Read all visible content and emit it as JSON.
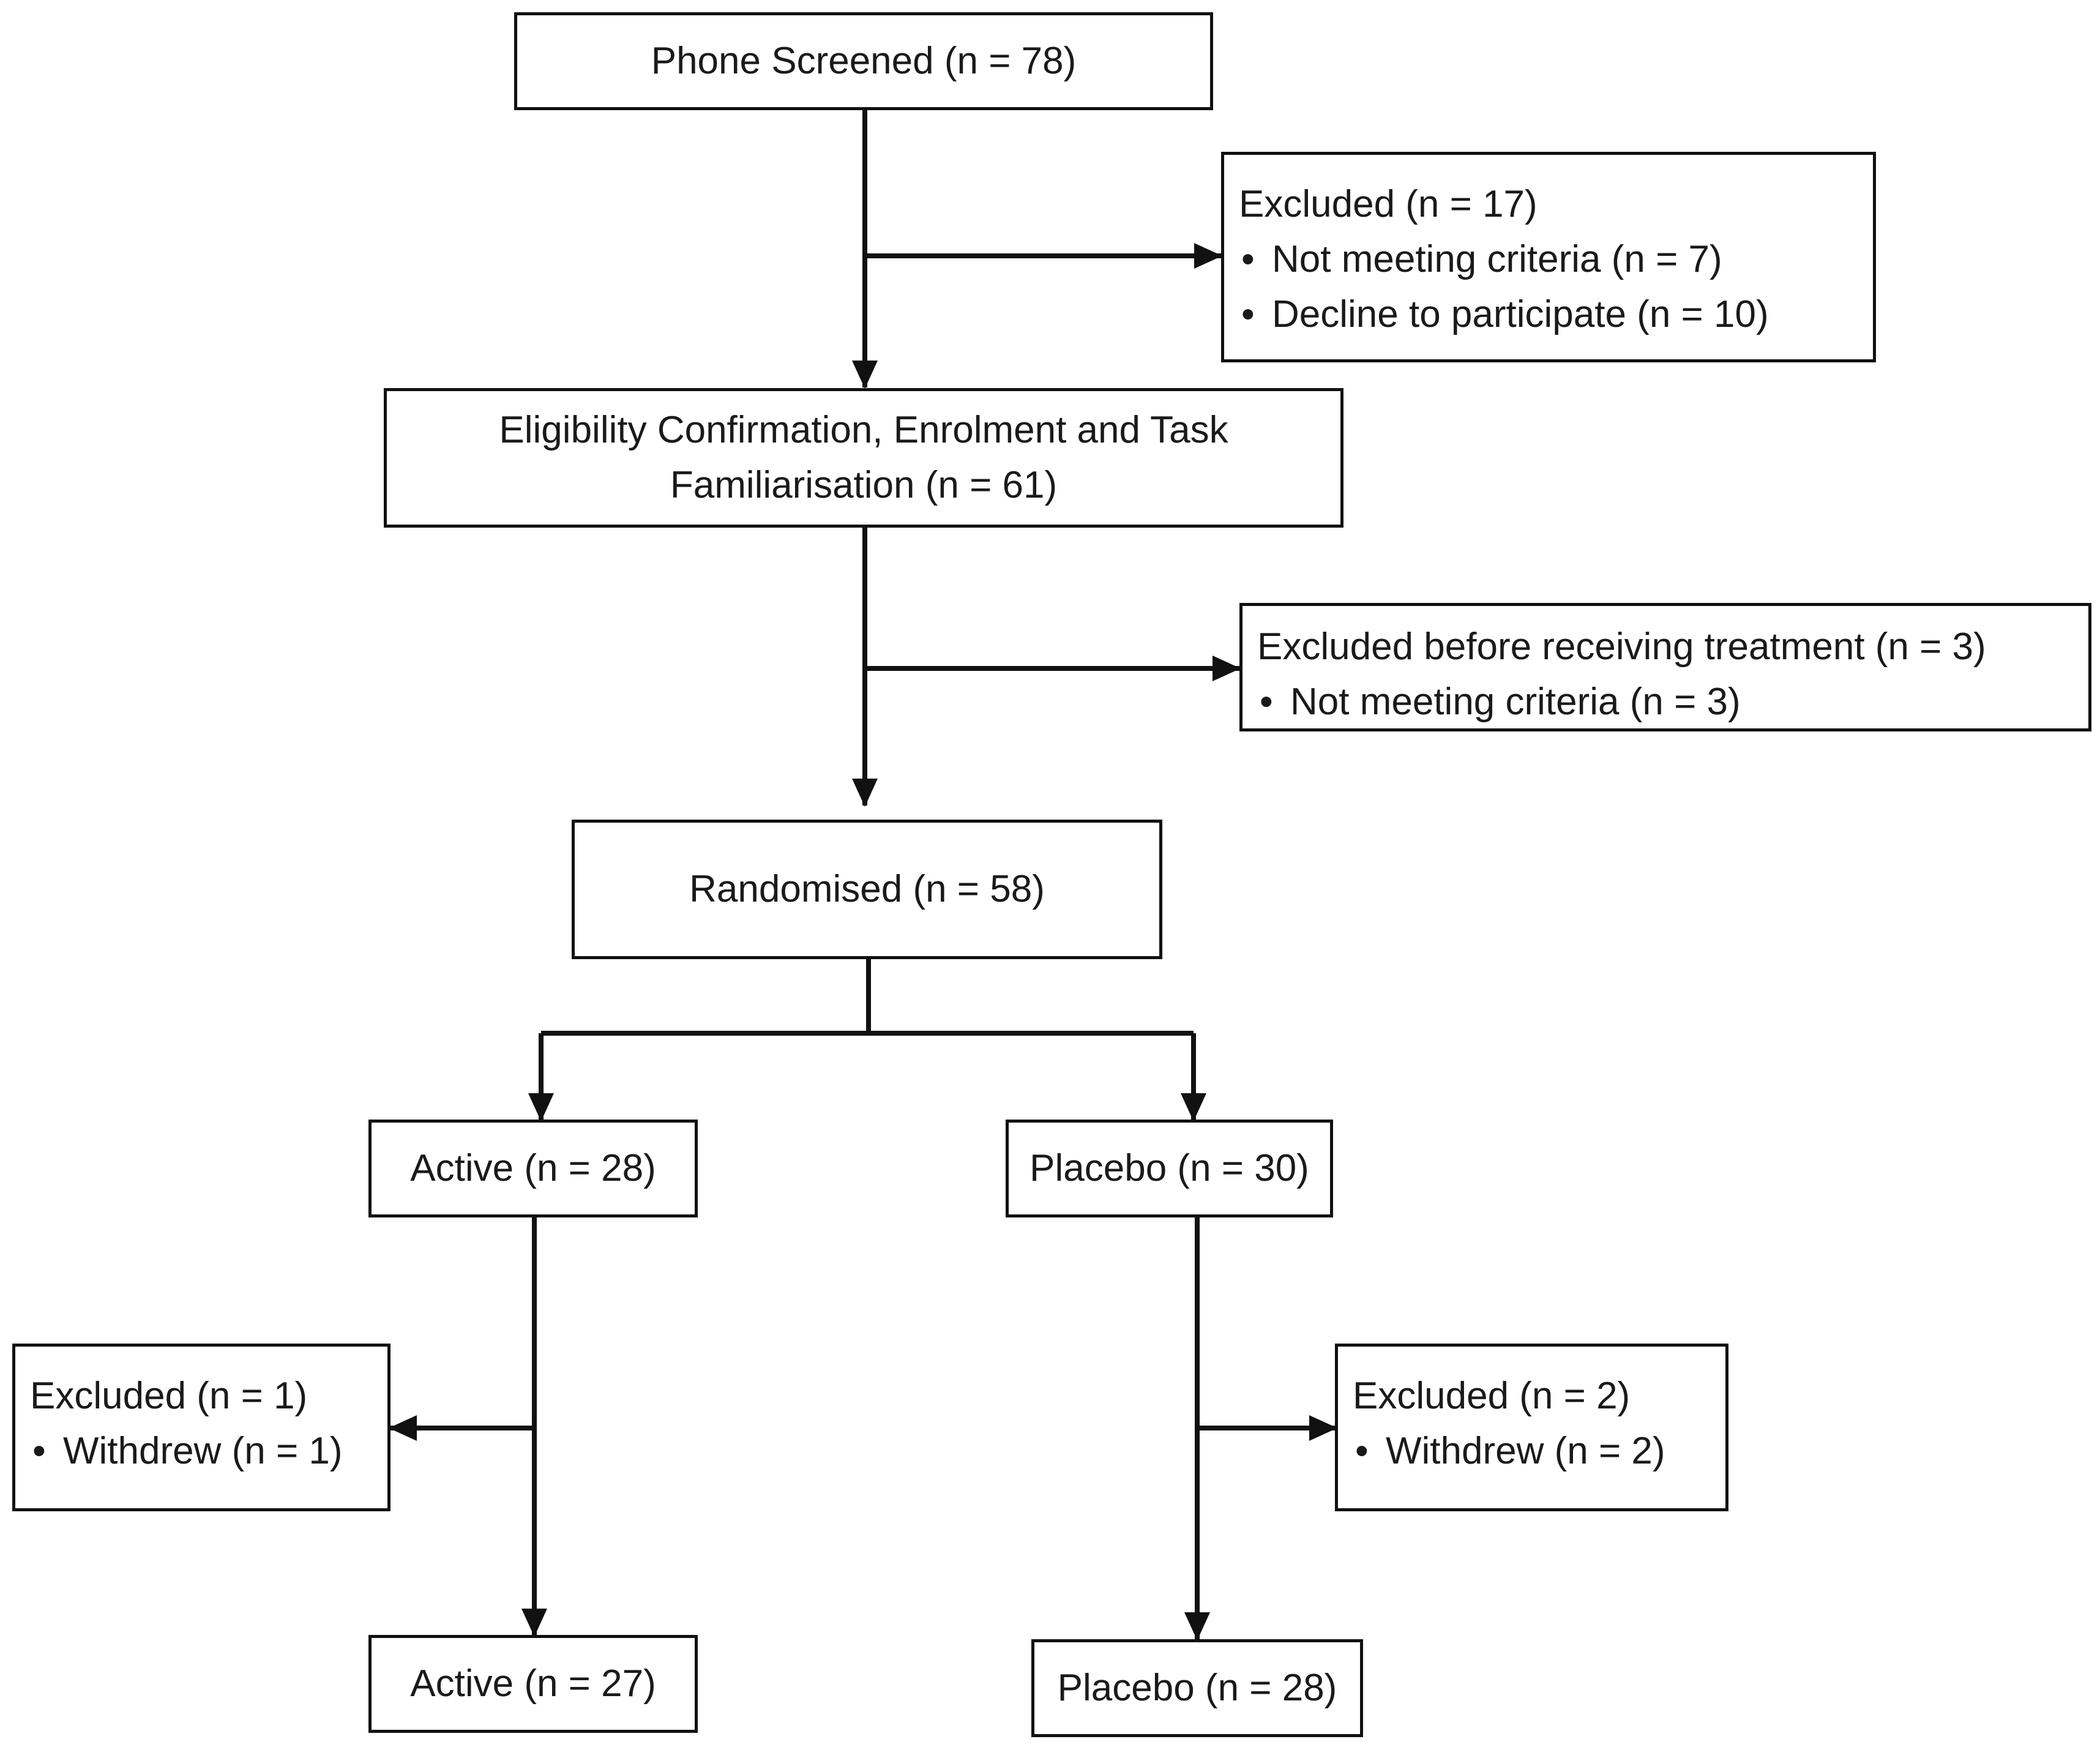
{
  "diagram": {
    "nodes": {
      "screened": {
        "lines": [
          "Phone Screened (n = 78)"
        ]
      },
      "excluded_1": {
        "title": "Excluded (n = 17)",
        "items": [
          "Not meeting criteria (n = 7)",
          "Decline to participate (n = 10)"
        ]
      },
      "eligibility": {
        "lines": [
          "Eligibility Confirmation, Enrolment and Task",
          "Familiarisation (n = 61)"
        ]
      },
      "excluded_2": {
        "title": "Excluded before receiving treatment (n = 3)",
        "items": [
          "Not meeting criteria (n = 3)"
        ]
      },
      "randomised": {
        "lines": [
          "Randomised (n = 58)"
        ]
      },
      "active_start": {
        "lines": [
          "Active (n = 28)"
        ]
      },
      "placebo_start": {
        "lines": [
          "Placebo (n = 30)"
        ]
      },
      "excluded_active": {
        "title": "Excluded (n = 1)",
        "items": [
          "Withdrew (n = 1)"
        ]
      },
      "excluded_placebo": {
        "title": "Excluded (n = 2)",
        "items": [
          "Withdrew (n = 2)"
        ]
      },
      "active_end": {
        "lines": [
          "Active (n = 27)"
        ]
      },
      "placebo_end": {
        "lines": [
          "Placebo (n = 28)"
        ]
      }
    },
    "edges": [
      {
        "from": "screened",
        "to": "eligibility"
      },
      {
        "from": "screened",
        "to": "excluded_1"
      },
      {
        "from": "eligibility",
        "to": "randomised"
      },
      {
        "from": "eligibility",
        "to": "excluded_2"
      },
      {
        "from": "randomised",
        "to": "active_start"
      },
      {
        "from": "randomised",
        "to": "placebo_start"
      },
      {
        "from": "active_start",
        "to": "active_end"
      },
      {
        "from": "active_start",
        "to": "excluded_active"
      },
      {
        "from": "placebo_start",
        "to": "placebo_end"
      },
      {
        "from": "placebo_start",
        "to": "excluded_placebo"
      }
    ]
  }
}
